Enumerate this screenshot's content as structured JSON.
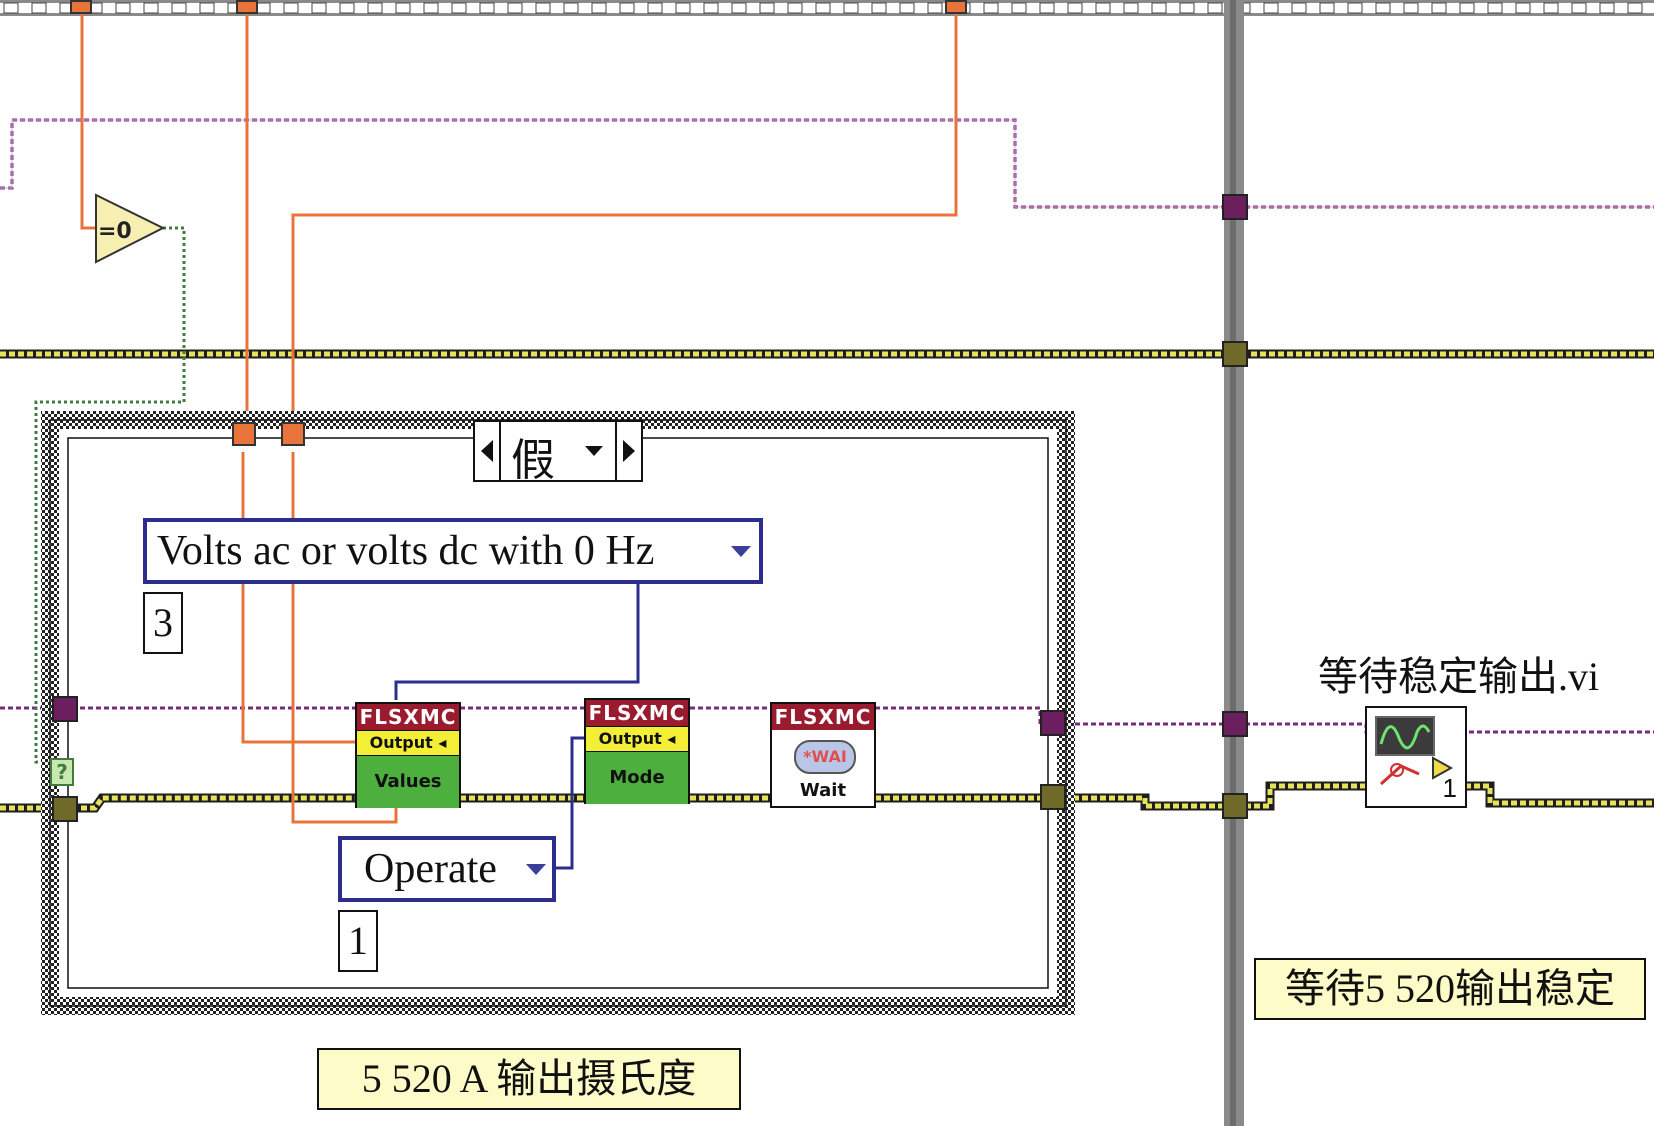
{
  "case_structure": {
    "selector_value": "假"
  },
  "enum_constants": {
    "function": "Volts ac or volts dc with 0 Hz",
    "mode": "Operate"
  },
  "index_display": {
    "function": "3",
    "mode": "1"
  },
  "subvis": [
    {
      "header": "FLSXMC",
      "connector": "Output",
      "name": "Values"
    },
    {
      "header": "FLSXMC",
      "connector": "Output",
      "name": "Mode"
    },
    {
      "header": "FLSXMC",
      "icon_text": "*WAI",
      "name": "Wait"
    }
  ],
  "compare_node": {
    "label": "=0"
  },
  "selector_terminal": "?",
  "wait_vi": {
    "label": "等待稳定输出.vi",
    "badge": "1"
  },
  "comments": {
    "left": "5 520 A 输出摄氏度",
    "right": "等待5 520输出稳定"
  },
  "colors": {
    "integer_wire": "#e8743b",
    "cluster_wire": "#7b2d7b",
    "refnum_wire": "#8c8a1a",
    "bool_wire": "#3e7d3e",
    "enum_wire": "#2b2e8c",
    "frame_grey": "#8a8a8a"
  }
}
